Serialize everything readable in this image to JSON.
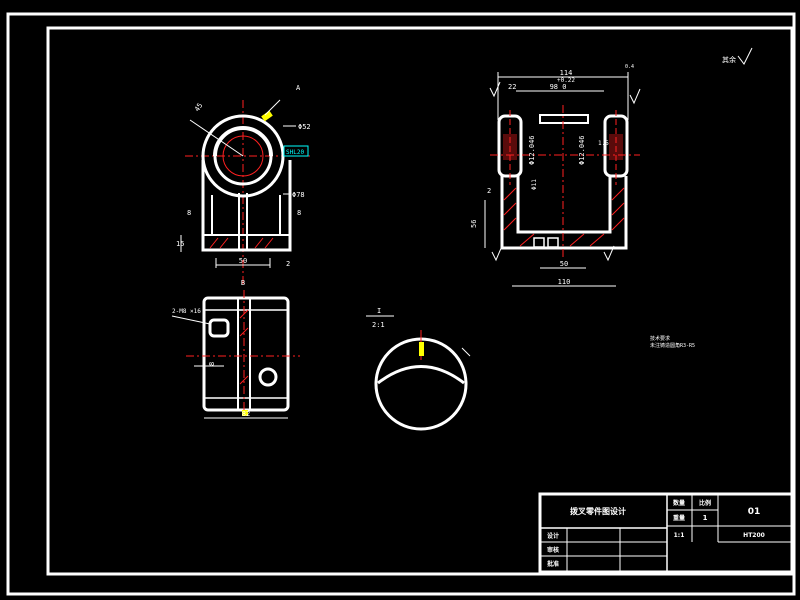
{
  "colors": {
    "background": "#000000",
    "outline": "#ffffff",
    "centerline": "#ff2020",
    "hatch": "#ff2020",
    "highlight": "#ffff00",
    "accent": "#00ffff"
  },
  "front_view": {
    "dims": {
      "top_circle_label": "Φ52",
      "cyan_label": "SHL20",
      "side_label": "Φ78",
      "angle_label": "45",
      "base_width": "50",
      "base_height": "15",
      "small_dim": "2"
    }
  },
  "section_view": {
    "dims": {
      "overall_top": "114",
      "tolerance": "+0.22",
      "inner_width": "98 0",
      "left_gap": "22",
      "left_tol": "0.4",
      "right_gap": "1.5",
      "vert_left": "Φ12.046",
      "vert_right": "Φ12.046",
      "height": "56",
      "base_inner": "50",
      "base_total": "110",
      "hole_label": "Φ11",
      "small_label": "2"
    }
  },
  "plan_view": {
    "dims": {
      "note_label": "2-M8 ×16",
      "width": "82",
      "left_dim": "8"
    }
  },
  "detail_view": {
    "label_top": "I",
    "label_bottom": "2:1"
  },
  "notes": {
    "roughness": "其余",
    "tech_notes_line1": "技术要求",
    "tech_notes_line2": "未注铸造圆角R3-R5"
  },
  "title_block": {
    "part_name": "拨叉零件图设计",
    "material": "HT200",
    "scale": "1:1",
    "drawing_no": "01",
    "rows": [
      "设计",
      "审核",
      "批准"
    ],
    "label_qty": "数量",
    "label_scale": "比例",
    "qty": "1",
    "label_weight": "重量"
  }
}
